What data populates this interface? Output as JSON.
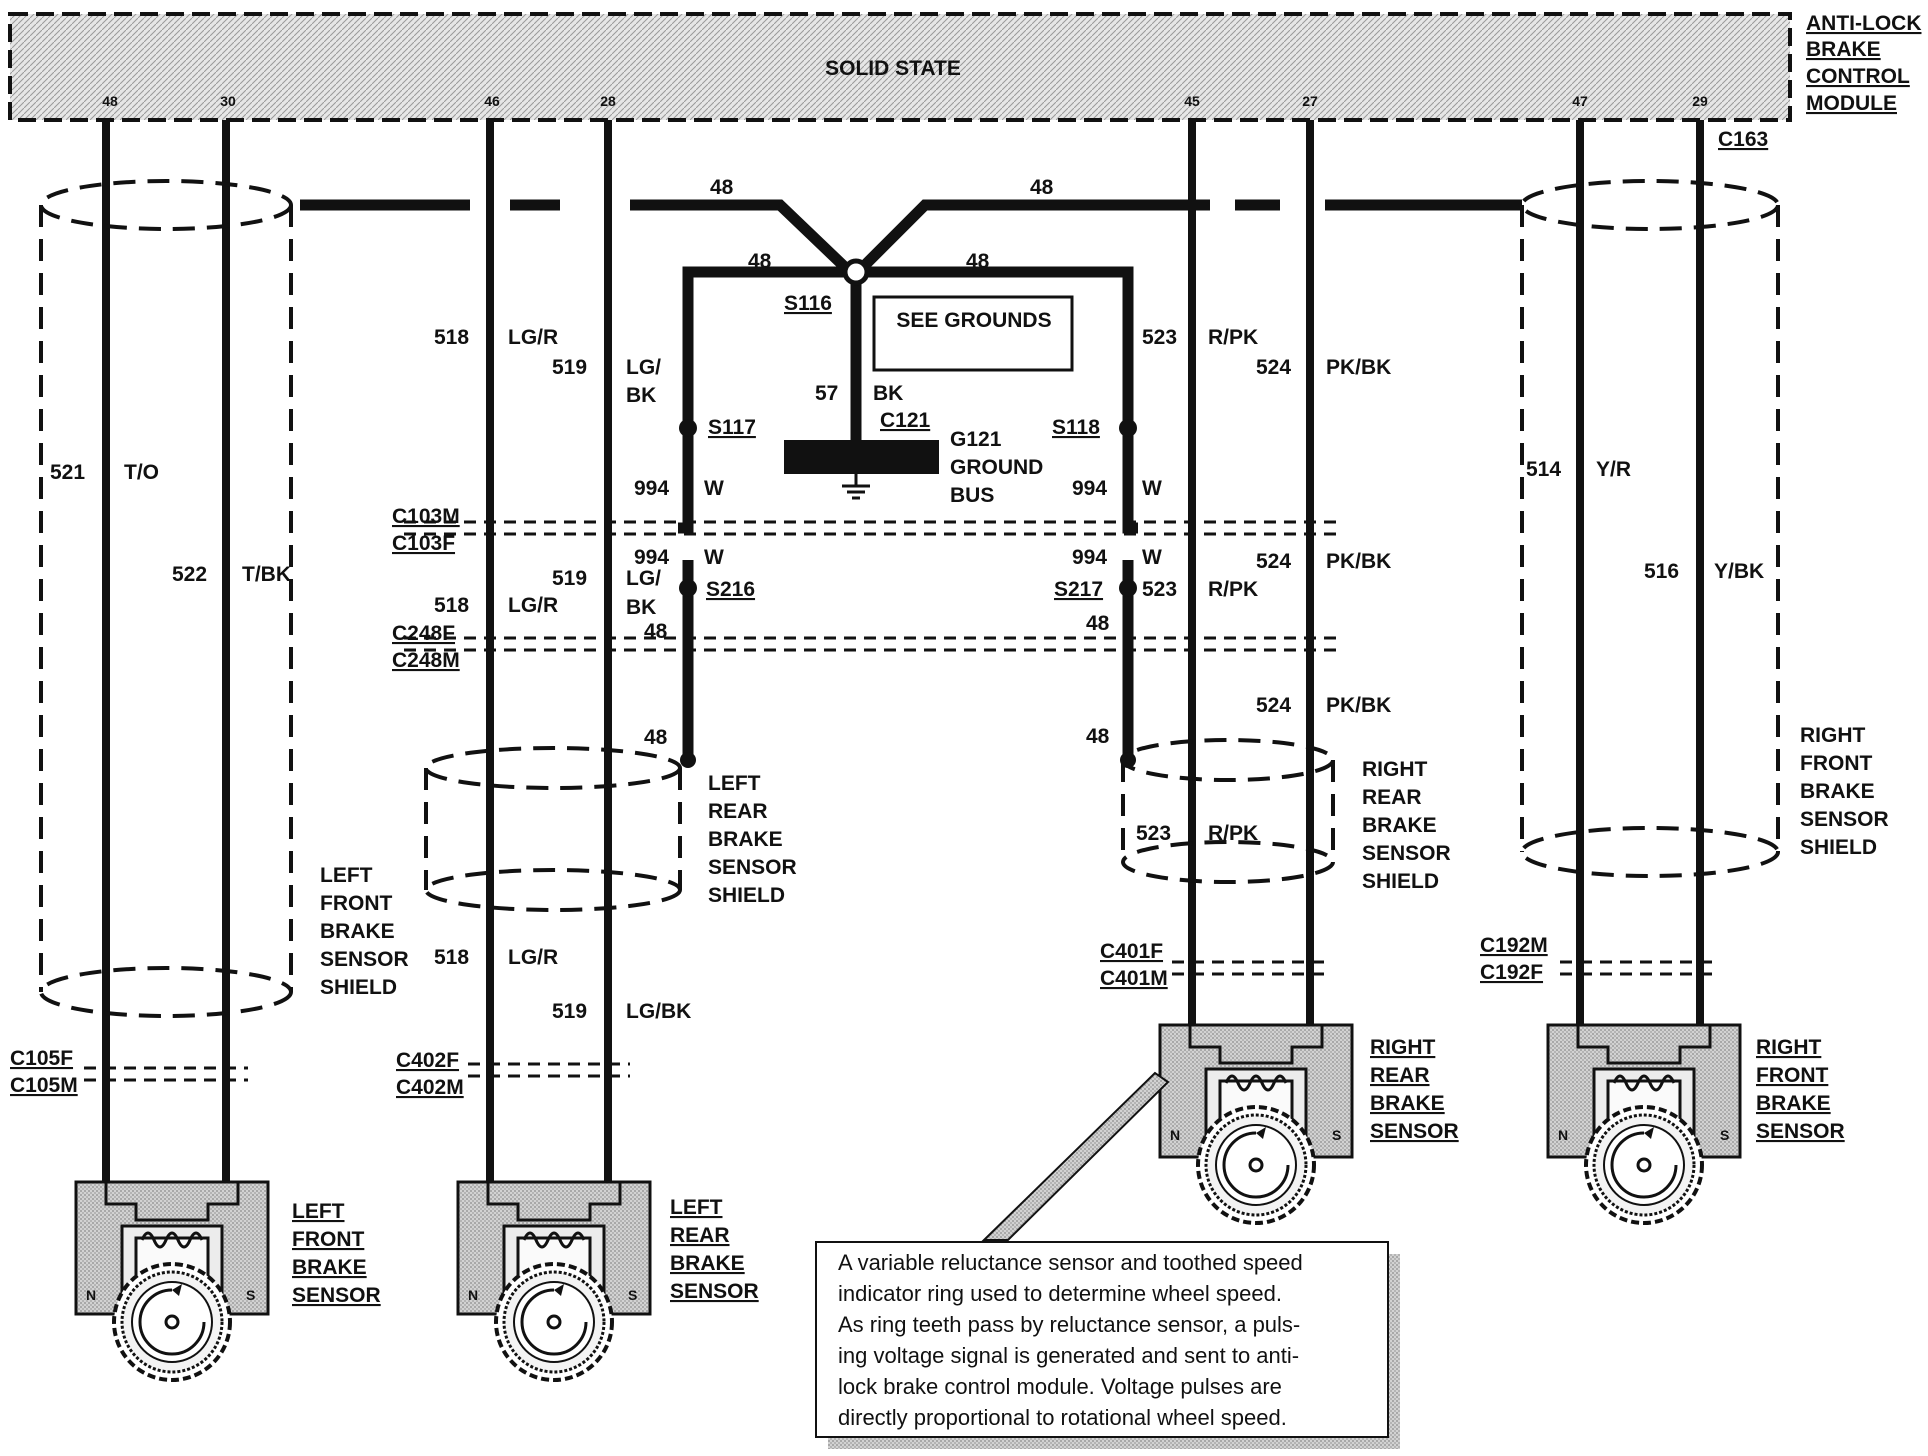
{
  "module": {
    "title_lines": [
      "ANTI-LOCK",
      "BRAKE",
      "CONTROL",
      "MODULE"
    ],
    "state": "SOLID STATE",
    "connector": "C163",
    "pins": [
      "48",
      "30",
      "46",
      "28",
      "45",
      "27",
      "47",
      "29"
    ]
  },
  "shield_bus": {
    "circuit_left": "48",
    "circuit_right": "48"
  },
  "ground": {
    "splice_main": "S116",
    "branch_left_circuit": "48",
    "branch_right_circuit": "48",
    "see_grounds": "SEE GROUNDS",
    "circuit": "57",
    "color": "BK",
    "connector": "C121",
    "bus_lines": [
      "G121",
      "GROUND",
      "BUS"
    ]
  },
  "splices": {
    "s117": "S117",
    "s118": "S118",
    "s216": "S216",
    "s217": "S217"
  },
  "connectors": {
    "c103m": "C103M",
    "c103f": "C103F",
    "c248f": "C248F",
    "c248m": "C248M",
    "c105f": "C105F",
    "c105m": "C105M",
    "c402f": "C402F",
    "c402m": "C402M",
    "c401f": "C401F",
    "c401m": "C401M",
    "c192m": "C192M",
    "c192f": "C192F"
  },
  "wires": {
    "lf_521": {
      "circuit": "521",
      "color": "T/O"
    },
    "lf_522": {
      "circuit": "522",
      "color": "T/BK"
    },
    "lr_518": {
      "circuit": "518",
      "color": "LG/R"
    },
    "lr_519": {
      "circuit": "519",
      "color_lines": [
        "LG/",
        "BK"
      ],
      "color_full": "LG/BK"
    },
    "w_994": {
      "circuit": "994",
      "color": "W"
    },
    "ground_48": "48",
    "rr_523": {
      "circuit": "523",
      "color": "R/PK"
    },
    "rr_524": {
      "circuit": "524",
      "color": "PK/BK"
    },
    "rf_514": {
      "circuit": "514",
      "color": "Y/R"
    },
    "rf_516": {
      "circuit": "516",
      "color": "Y/BK"
    }
  },
  "shields": {
    "left_front": [
      "LEFT",
      "FRONT",
      "BRAKE",
      "SENSOR",
      "SHIELD"
    ],
    "left_rear": [
      "LEFT",
      "REAR",
      "BRAKE",
      "SENSOR",
      "SHIELD"
    ],
    "right_rear": [
      "RIGHT",
      "REAR",
      "BRAKE",
      "SENSOR",
      "SHIELD"
    ],
    "right_front": [
      "RIGHT",
      "FRONT",
      "BRAKE",
      "SENSOR",
      "SHIELD"
    ]
  },
  "sensors": {
    "left_front": [
      "LEFT",
      "FRONT",
      "BRAKE",
      "SENSOR"
    ],
    "left_rear": [
      "LEFT",
      "REAR",
      "BRAKE",
      "SENSOR"
    ],
    "right_rear": [
      "RIGHT",
      "REAR",
      "BRAKE",
      "SENSOR"
    ],
    "right_front": [
      "RIGHT",
      "FRONT",
      "BRAKE",
      "SENSOR"
    ],
    "pole_n": "N",
    "pole_s": "S"
  },
  "note_lines": [
    "A variable reluctance sensor and toothed speed",
    "indicator ring used to determine wheel speed.",
    "As ring teeth pass by reluctance sensor, a puls-",
    "ing voltage signal is generated and sent to anti-",
    "lock brake control module.  Voltage pulses are",
    "directly proportional to rotational wheel speed."
  ]
}
